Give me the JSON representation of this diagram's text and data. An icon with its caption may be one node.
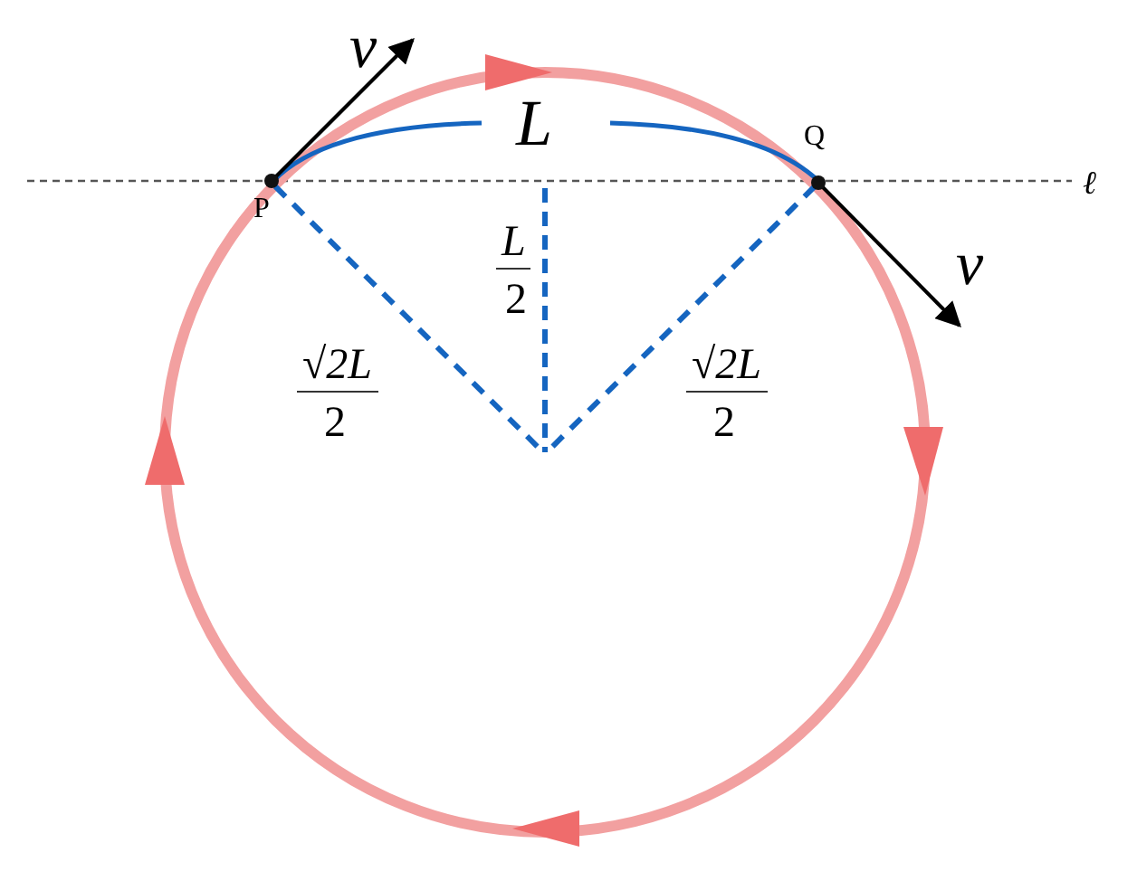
{
  "diagram": {
    "nodes": [
      {
        "text": [
          "P"
        ]
      },
      {
        "text": [
          "Q"
        ]
      }
    ],
    "labels": [
      "v",
      "L",
      "ℓ",
      "L",
      "2",
      "√2L",
      "2",
      "√2L",
      "2",
      "v"
    ]
  }
}
